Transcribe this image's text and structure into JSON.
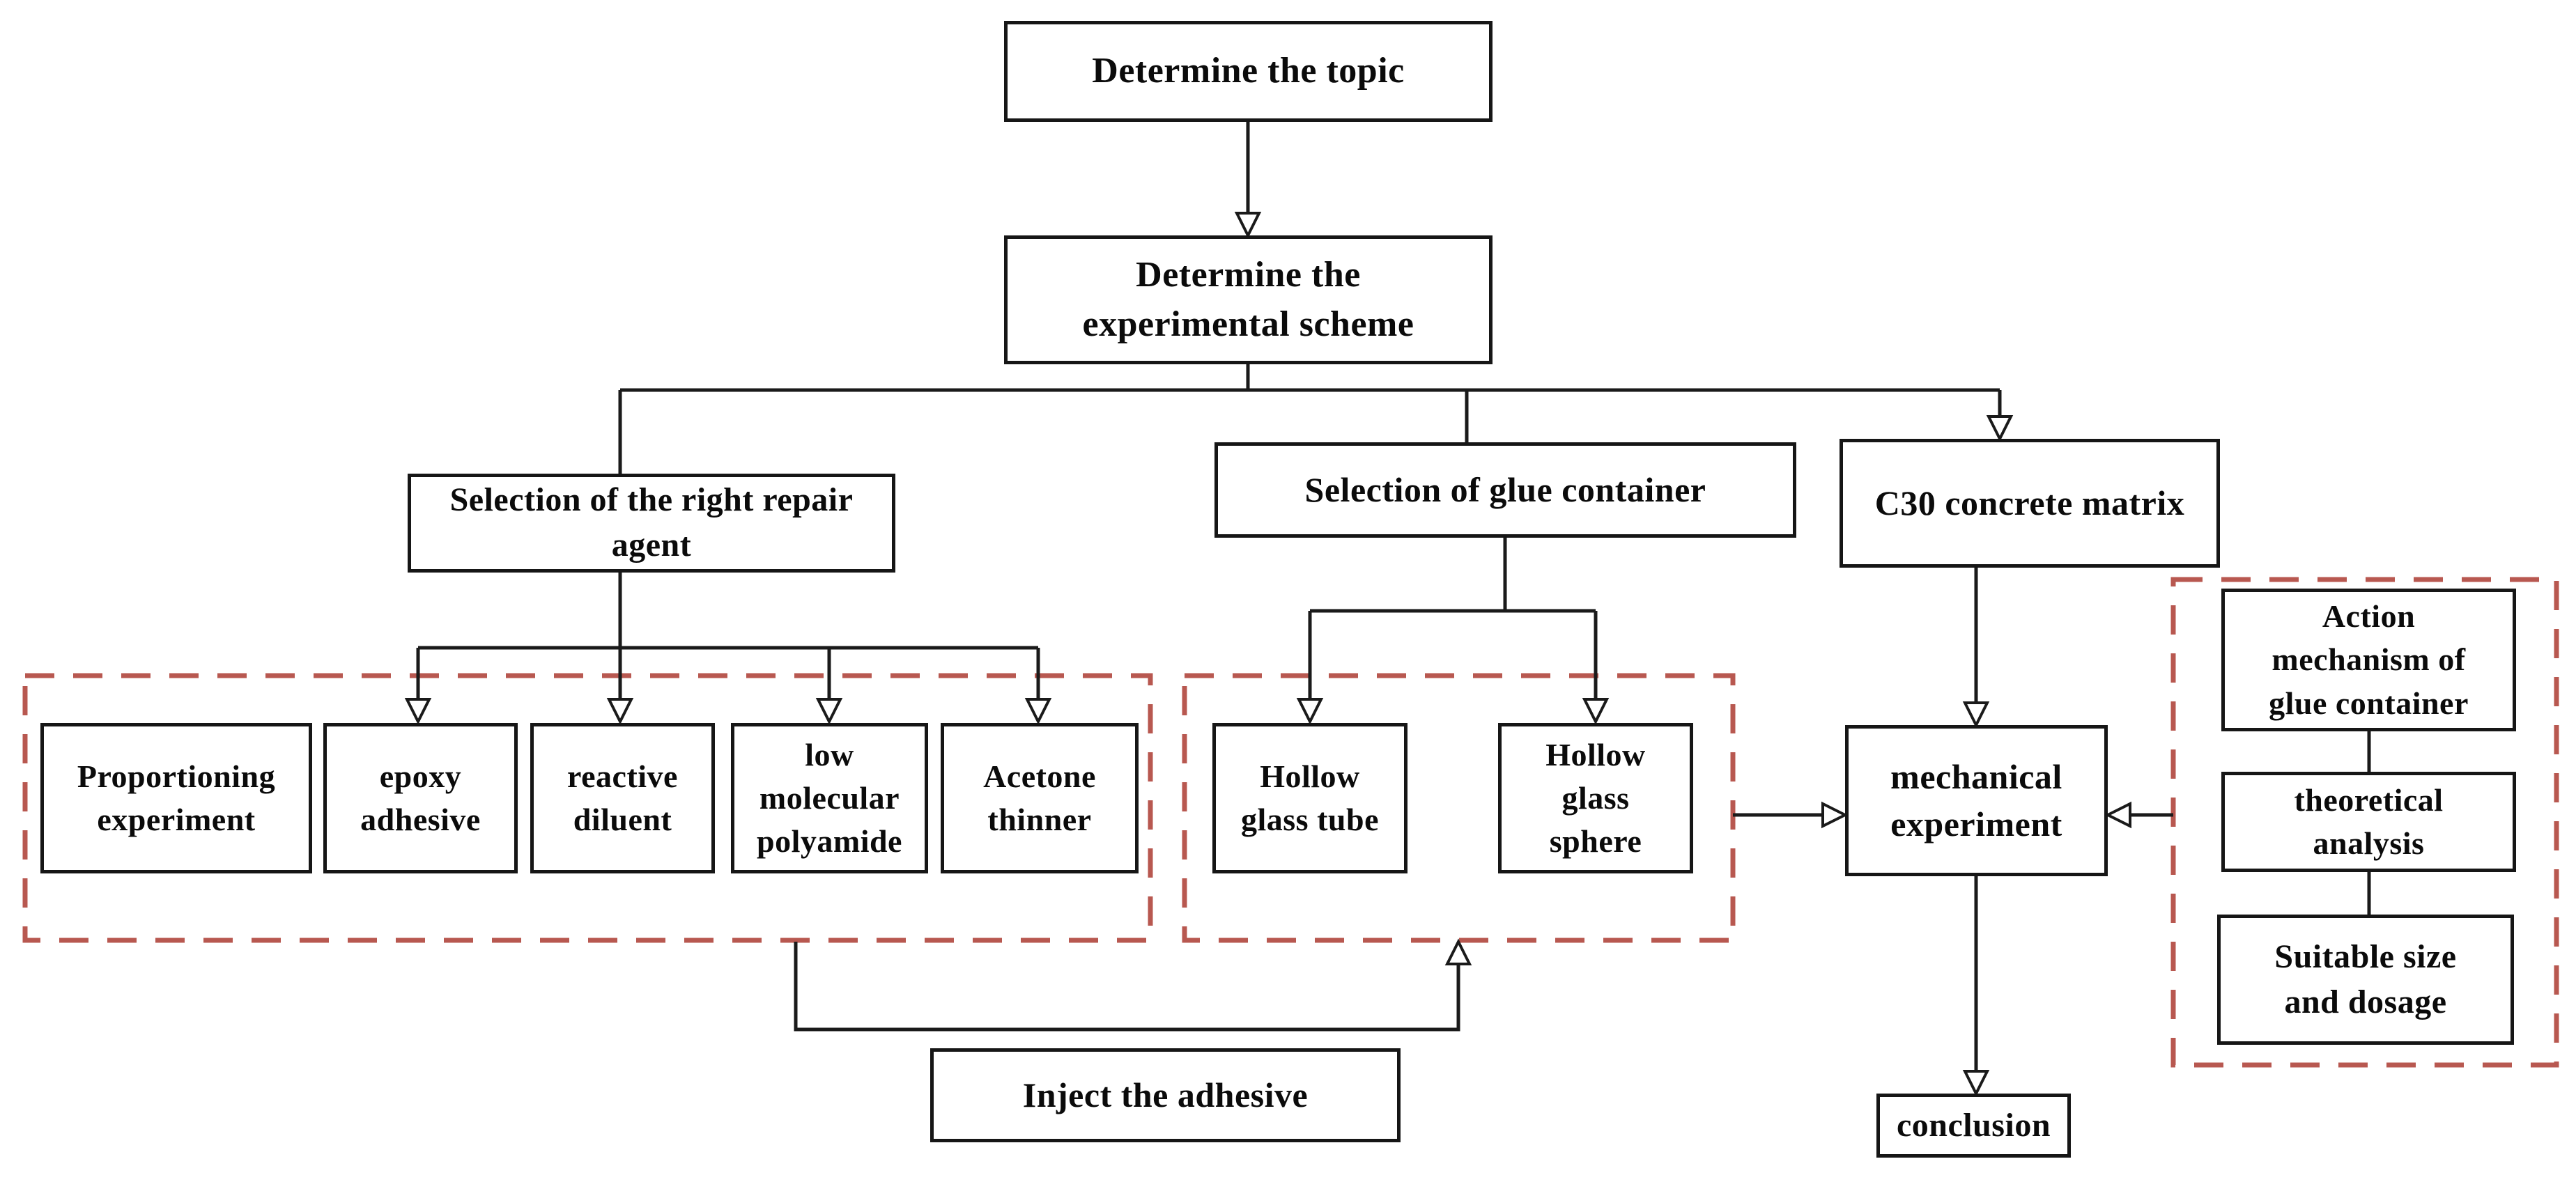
{
  "diagram": {
    "title": "Experimental scheme flowchart",
    "colors": {
      "background": "#ffffff",
      "box_border": "#161616",
      "connector": "#1a1a1a",
      "dashed_group_border": "#b85850",
      "text": "#0b0b0b"
    },
    "nodes": {
      "topic": {
        "label": "Determine the topic"
      },
      "scheme": {
        "label": "Determine the\nexperimental scheme"
      },
      "repair": {
        "label": "Selection of the right repair\nagent"
      },
      "glue": {
        "label": "Selection of glue container"
      },
      "c30": {
        "label": "C30 concrete matrix"
      },
      "proportioning": {
        "label": "Proportioning\nexperiment"
      },
      "epoxy": {
        "label": "epoxy\nadhesive"
      },
      "reactive": {
        "label": "reactive\ndiluent"
      },
      "polyamide": {
        "label": "low\nmolecular\npolyamide"
      },
      "acetone": {
        "label": "Acetone\nthinner"
      },
      "tube": {
        "label": "Hollow\nglass tube"
      },
      "sphere": {
        "label": "Hollow\nglass\nsphere"
      },
      "mechanical": {
        "label": "mechanical\nexperiment"
      },
      "action": {
        "label": "Action\nmechanism of\nglue container"
      },
      "theoretical": {
        "label": "theoretical\nanalysis"
      },
      "suitable": {
        "label": "Suitable size\nand dosage"
      },
      "inject": {
        "label": "Inject the adhesive"
      },
      "conclusion": {
        "label": "conclusion"
      }
    },
    "groups": {
      "repair_options_group": "dashed red region: proportioning experiment + repair agent components",
      "glue_container_group": "dashed red region: hollow glass tube + hollow glass sphere",
      "analysis_group": "dashed red region: action mechanism + theoretical analysis + suitable size and dosage"
    }
  }
}
